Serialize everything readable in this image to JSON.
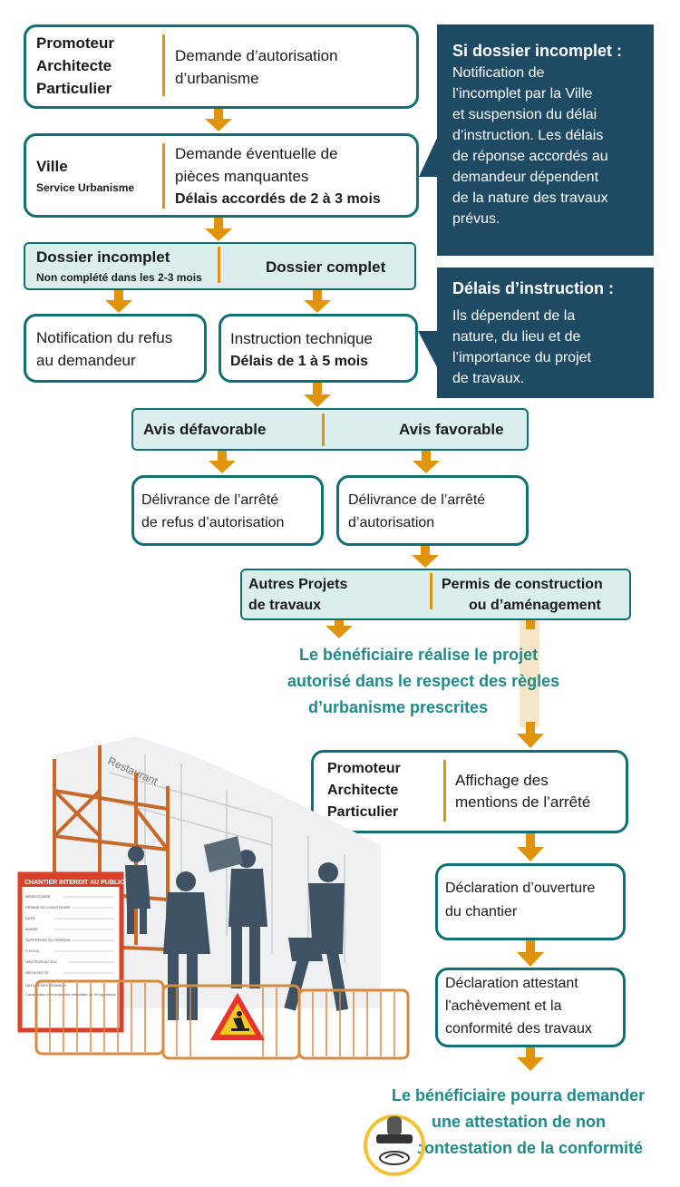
{
  "box1": {
    "actor_lines": [
      "Promoteur",
      "Architecte",
      "Particulier"
    ],
    "text_lines": [
      "Demande d’autorisation",
      "d’urbanisme"
    ]
  },
  "box2": {
    "actor": "Ville",
    "actor_sub": "Service Urbanisme",
    "text_lines": [
      "Demande éventuelle de",
      "pièces manquantes"
    ],
    "bold_line": "Délais accordés de 2 à 3 mois"
  },
  "band1": {
    "left_title": "Dossier incomplet",
    "left_sub": "Non complété dans les 2-3 mois",
    "right_title": "Dossier complet"
  },
  "refus": {
    "text_lines": [
      "Notification du refus",
      "au demandeur"
    ]
  },
  "instruction": {
    "text": "Instruction technique",
    "bold": "Délais de 1 à 5 mois"
  },
  "band2": {
    "left": "Avis défavorable",
    "right": "Avis favorable"
  },
  "deliv_refus": {
    "text_lines": [
      "Délivrance de l’arrêté",
      "de refus d’autorisation"
    ]
  },
  "deliv_ok": {
    "text_lines": [
      "Délivrance de l’arrêté",
      "d’autorisation"
    ]
  },
  "band3": {
    "left_lines": [
      "Autres Projets",
      "de travaux"
    ],
    "right_lines": [
      "Permis de construction",
      "ou d’aménagement"
    ]
  },
  "realise": {
    "lines": [
      "Le bénéficiaire réalise le projet",
      "autorisé dans le respect des règles",
      "d’urbanisme prescrites"
    ]
  },
  "box_affichage": {
    "actor_lines": [
      "Promoteur",
      "Architecte",
      "Particulier"
    ],
    "text_lines": [
      "Affichage des",
      "mentions de l’arrêté"
    ]
  },
  "ouverture": {
    "text_lines": [
      "Déclaration d’ouverture",
      "du chantier"
    ]
  },
  "achevement": {
    "text_lines": [
      "Déclaration attestant",
      "l'achèvement et la",
      "conformité des travaux"
    ]
  },
  "final": {
    "lines": [
      "Le bénéficiaire pourra demander",
      "une attestation de non",
      "contestation de la conformité"
    ]
  },
  "note1": {
    "title": "Si dossier incomplet :",
    "lines": [
      "Notification de",
      "l’incomplet par la Ville",
      "et suspension du délai",
      "d’instruction. Les délais",
      "de réponse accordés au",
      "demandeur dépendent",
      "de la nature des travaux",
      "prévus."
    ]
  },
  "note2": {
    "title": "Délais d’instruction :",
    "lines": [
      "Ils dépendent de la",
      "nature, du lieu et de",
      "l’importance du projet",
      "de travaux."
    ]
  },
  "sign": {
    "title": "CHANTIER INTERDIT AU PUBLIC",
    "rows": [
      "BÉNÉFICIAIRE",
      "PERMIS DE CONSTRUIRE",
      "DATE",
      "MAIRIE",
      "SUPERFICIE DU TERRAIN",
      "S.H.O.N.",
      "HAUTEUR AU SOL",
      "ARCHITECTE",
      "NATURE DES TRAVAUX"
    ],
    "footer": "Construction d'un ensemble immobilier de 30 logements"
  },
  "restaurant": "Restaurant",
  "colors": {
    "teal": "#0f6f73",
    "orange": "#e0940c",
    "navy": "#1e4a63",
    "band": "#daeeee"
  }
}
